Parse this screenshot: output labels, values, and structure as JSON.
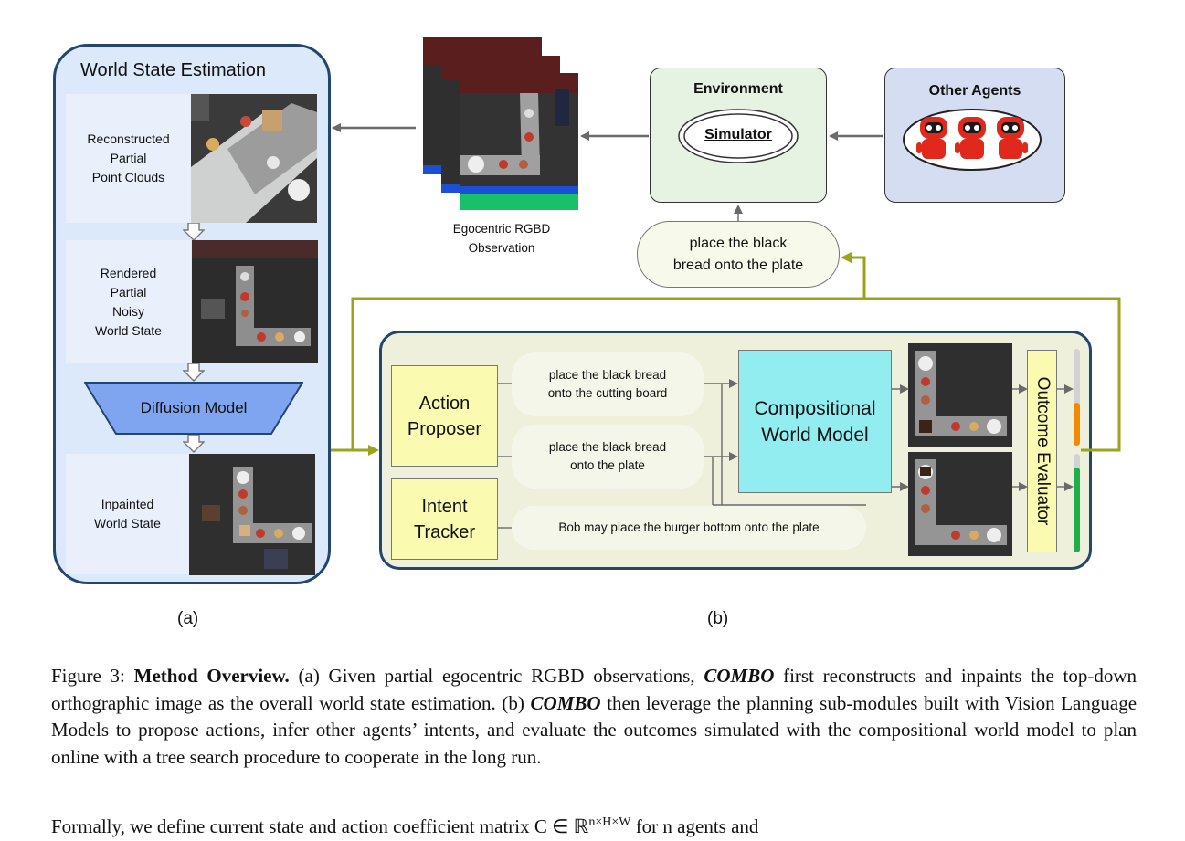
{
  "panel_a": {
    "title": "World State Estimation",
    "steps": [
      {
        "label": "Reconstructed Partial Point Clouds",
        "lines": [
          "Reconstructed",
          "Partial",
          "Point Clouds"
        ]
      },
      {
        "label": "Rendered Partial Noisy World State",
        "lines": [
          "Rendered",
          "Partial",
          "Noisy",
          "World State"
        ]
      },
      {
        "label": "Inpainted World State",
        "lines": [
          "Inpainted",
          "World State"
        ]
      }
    ],
    "diffusion_model": "Diffusion Model",
    "sublabel": "(a)"
  },
  "observation": {
    "lines": [
      "Egocentric RGBD",
      "Observation"
    ]
  },
  "environment": {
    "title": "Environment",
    "simulator": "Simulator"
  },
  "other_agents": {
    "title": "Other Agents"
  },
  "command": {
    "lines": [
      "place the black",
      "bread onto the plate"
    ]
  },
  "panel_b": {
    "action_proposer": [
      "Action",
      "Proposer"
    ],
    "intent_tracker": [
      "Intent",
      "Tracker"
    ],
    "actions": [
      {
        "lines": [
          "place the black bread",
          "onto the cutting board"
        ]
      },
      {
        "lines": [
          "place the black bread",
          "onto the plate"
        ]
      }
    ],
    "intent": "Bob may place the burger bottom onto the plate",
    "world_model": [
      "Compositional",
      "World Model"
    ],
    "outcome_evaluator": "Outcome Evaluator",
    "sublabel": "(b)",
    "score_colors": {
      "low": "#f08a00",
      "high": "#1fae4a",
      "track": "#d2d2d2"
    }
  },
  "caption": {
    "figure": "Figure 3:",
    "bold": "Method Overview.",
    "a_start": "(a) Given partial egocentric RGBD observations,",
    "combo": "COMBO",
    "a_end": "first reconstructs and inpaints the top-down orthographic image as the overall world state estimation.",
    "b_start": "(b)",
    "b_end": "then leverage the planning sub-modules built with Vision Language Models to propose actions, infer other agents’ intents, and evaluate the outcomes simulated with the compositional world model to plan online with a tree search procedure to cooperate in the long run."
  },
  "cut_line": "Formally, we define current state and action coefficient matrix C ∈ ℝ",
  "cut_line_sup": "n×H×W",
  "cut_line_end": "for n agents and"
}
